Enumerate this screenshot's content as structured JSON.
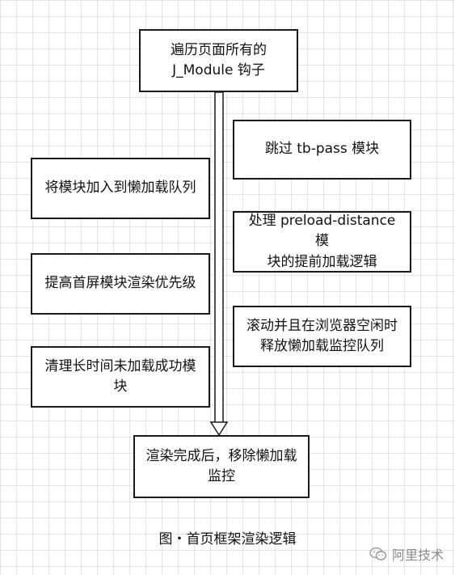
{
  "nodes": {
    "top": "遍历页面所有的\nJ_Module 钩子",
    "skip": "跳过 tb-pass 模块",
    "queue": "将模块加入到懒加载队列",
    "preload": "处理 preload-distance 模\n块的提前加载逻辑",
    "first_screen": "提高首屏模块渲染优先级",
    "scroll_idle": "滚动并且在浏览器空闲时\n释放懒加载监控队列",
    "cleanup": "清理长时间未加载成功模\n块",
    "done": "渲染完成后，移除懒加载\n监控"
  },
  "caption": "图・首页框架渲染逻辑",
  "watermark": {
    "icon": "wechat-icon",
    "text": "阿里技术"
  }
}
